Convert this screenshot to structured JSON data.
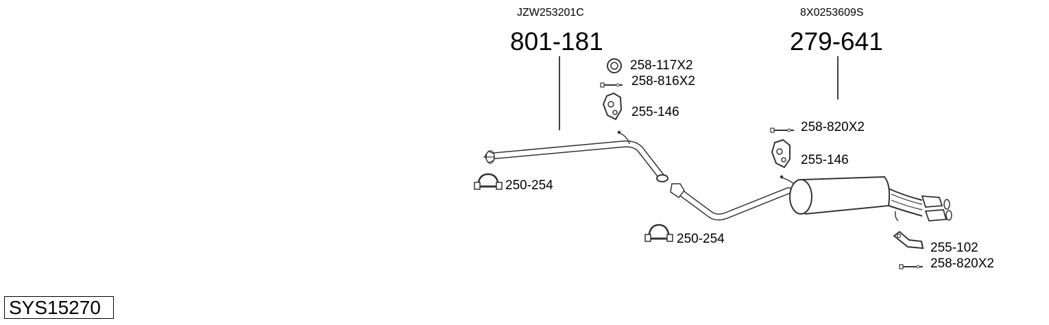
{
  "system_code": "SYS15270",
  "assemblies": [
    {
      "oe_number": "JZW253201C",
      "part_number": "801-181"
    },
    {
      "oe_number": "8X0253609S",
      "part_number": "279-641"
    }
  ],
  "parts": [
    {
      "label": "258-117X2",
      "icon": "ring-gasket-icon"
    },
    {
      "label": "258-816X2",
      "icon": "bolt-icon"
    },
    {
      "label": "255-146",
      "icon": "rubber-hanger-icon"
    },
    {
      "label": "250-254",
      "icon": "clamp-icon"
    },
    {
      "label": "258-820X2",
      "icon": "bolt-icon"
    },
    {
      "label": "255-146",
      "icon": "rubber-hanger-icon"
    },
    {
      "label": "250-254",
      "icon": "clamp-icon"
    },
    {
      "label": "255-102",
      "icon": "bracket-icon"
    },
    {
      "label": "258-820X2",
      "icon": "bolt-icon"
    }
  ]
}
